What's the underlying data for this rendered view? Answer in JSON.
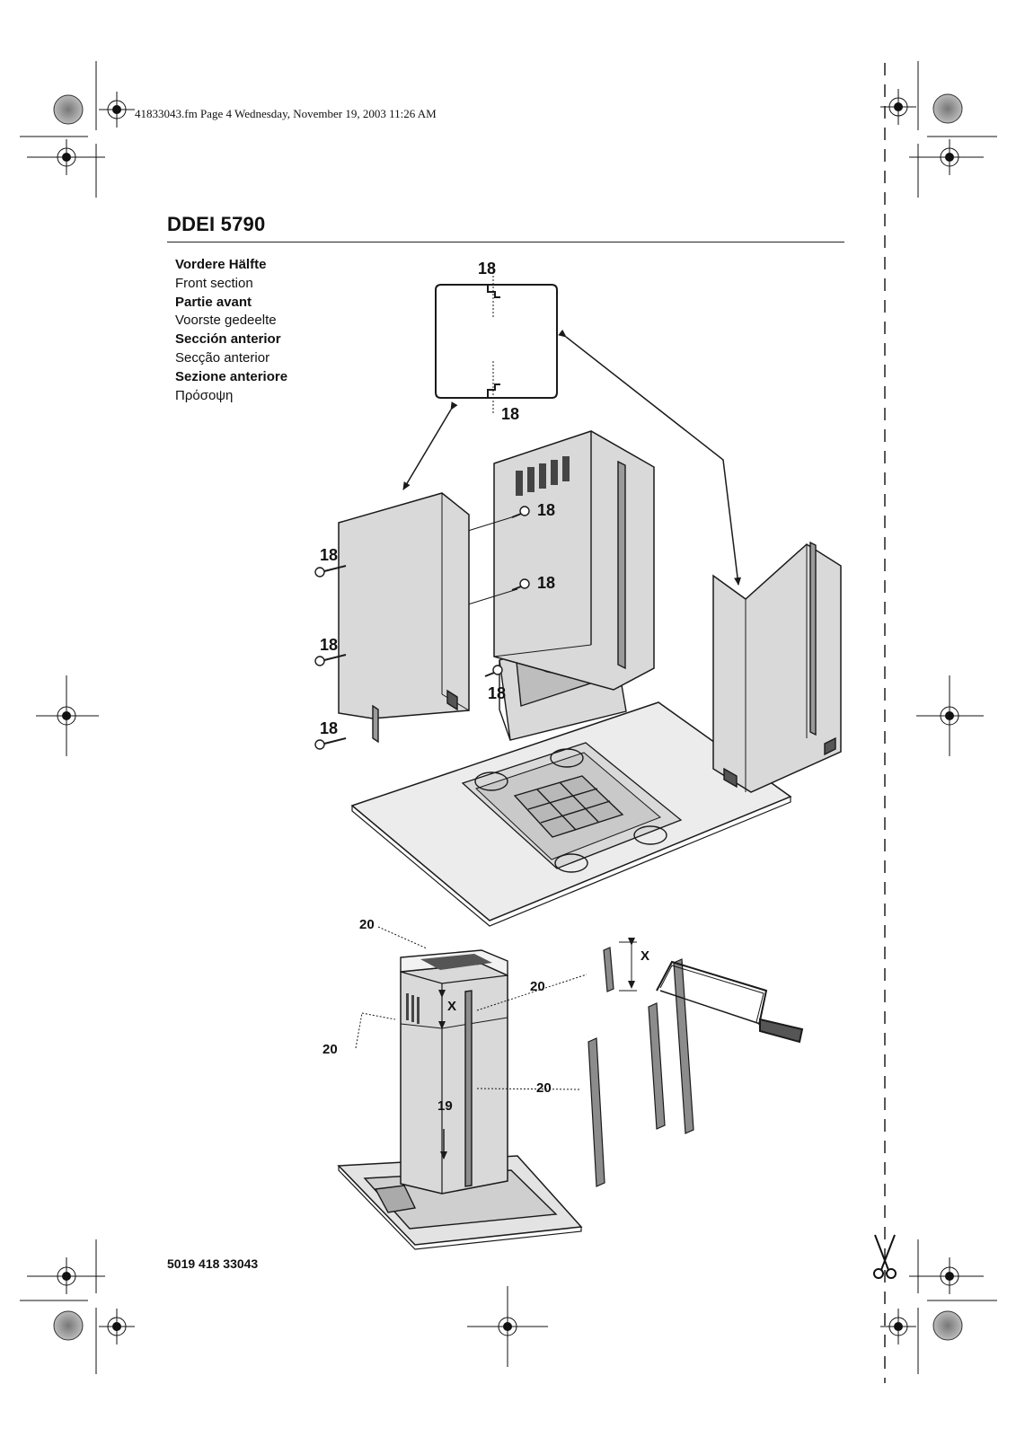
{
  "header_line": "41833043.fm  Page 4  Wednesday, November 19, 2003  11:26 AM",
  "title": "DDEI 5790",
  "section_names": [
    {
      "text": "Vordere Hälfte",
      "bold": true
    },
    {
      "text": "Front section",
      "bold": false
    },
    {
      "text": "Partie avant",
      "bold": true
    },
    {
      "text": "Voorste gedeelte",
      "bold": false
    },
    {
      "text": "Sección anterior",
      "bold": true
    },
    {
      "text": "Secção anterior",
      "bold": false
    },
    {
      "text": "Sezione anteriore",
      "bold": true
    },
    {
      "text": "Πρόσοψη",
      "bold": false
    }
  ],
  "callouts": {
    "top_profile_upper": "18",
    "top_profile_lower": "18",
    "screw_left_1": "18",
    "screw_left_2": "18",
    "screw_left_3": "18",
    "screw_mid_1": "18",
    "screw_mid_2": "18",
    "screw_mid_3": "18",
    "lower_top": "20",
    "lower_left": "20",
    "lower_right_upper": "20",
    "lower_right_mid": "20",
    "arrow_down": "19",
    "measure_x_1": "X",
    "measure_x_2": "X"
  },
  "part_number": "5019 418 33043",
  "colors": {
    "panel_fill": "#d9d9d9",
    "panel_dark": "#b8b8b8",
    "line": "#1a1a1a",
    "strip_fill": "#8c8c8c"
  }
}
